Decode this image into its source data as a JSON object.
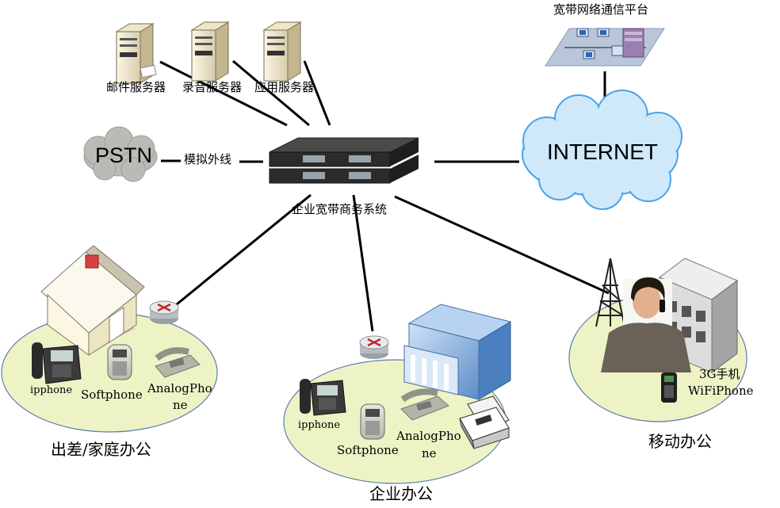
{
  "labels": {
    "platform": "宽带网络通信平台",
    "mail_server": "邮件服务器",
    "record_server": "录音服务器",
    "app_server": "应用服务器",
    "pstn": "PSTN",
    "analog_line": "模拟外线",
    "internet": "INTERNET",
    "core_system": "企业宽带商务系统",
    "home_ipphone": "ipphone",
    "home_softphone": "Softphone",
    "home_analog_1": "AnalogPho",
    "home_analog_2": "ne",
    "home_zone": "出差/家庭办公",
    "ent_ipphone": "ipphone",
    "ent_softphone": "Softphone",
    "ent_analog_1": "AnalogPho",
    "ent_analog_2": "ne",
    "ent_zone": "企业办公",
    "mobile_3g": "3G手机",
    "mobile_wifi": "WiFiPhone",
    "mobile_zone": "移动办公"
  },
  "colors": {
    "ellipse_fill": "#eef3c6",
    "ellipse_stroke": "#5a7fae",
    "cloud_internet": "#cfe9fb",
    "cloud_pstn": "#b9bcb5",
    "line": "#000000"
  }
}
